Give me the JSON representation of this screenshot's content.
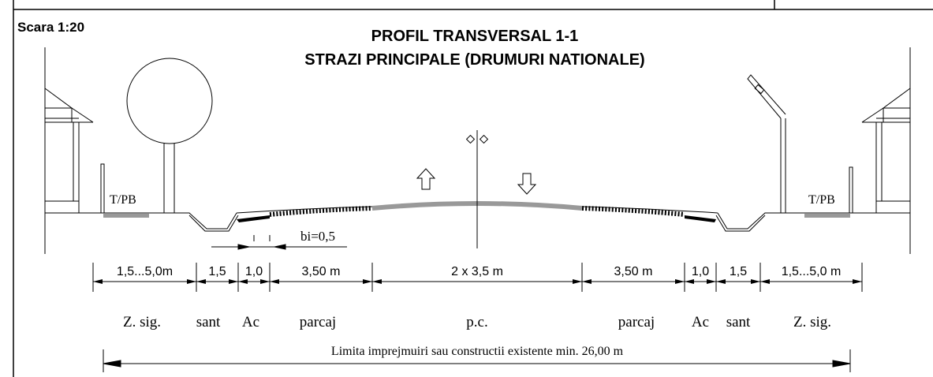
{
  "scale": "Scara 1:20",
  "title": "PROFIL TRANSVERSAL 1-1",
  "subtitle": "STRAZI PRINCIPALE (DRUMURI NATIONALE)",
  "sidewalk_label_left": "T/PB",
  "sidewalk_label_right": "T/PB",
  "bi_label": "bi=0,5",
  "dimensions": [
    "1,5...5,0m",
    "1,5",
    "1,0",
    "3,50 m",
    "2 x 3,5 m",
    "3,50 m",
    "1,0",
    "1,5",
    "1,5...5,0 m"
  ],
  "zones": [
    "Z. sig.",
    "sant",
    "Ac",
    "parcaj",
    "p.c.",
    "parcaj",
    "Ac",
    "sant",
    "Z. sig."
  ],
  "total_dimension": "Limita imprejmuiri sau constructii existente min. 26,00 m",
  "colors": {
    "line": "#000000",
    "asphalt": "#999999",
    "sidewalk": "#999999"
  },
  "icons": [
    "house-icon",
    "tree-icon",
    "lamp-post-icon",
    "lane-arrow-up-icon",
    "lane-arrow-down-icon",
    "axis-symbol-icon"
  ]
}
